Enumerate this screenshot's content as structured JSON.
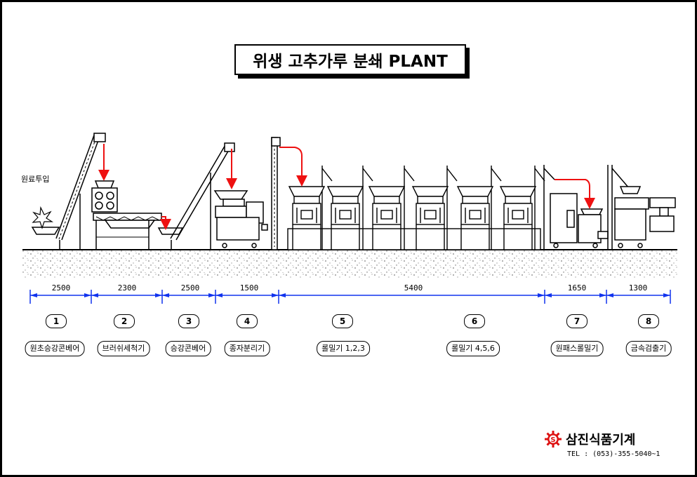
{
  "title": "위생 고추가루 분쇄 PLANT",
  "feed_label": "원료투입",
  "sections": [
    {
      "number": "1",
      "length": "2500",
      "name": "원초승강콘베어"
    },
    {
      "number": "2",
      "length": "2300",
      "name": "브러쉬세척기"
    },
    {
      "number": "3",
      "length": "2500",
      "name": "승강콘베어"
    },
    {
      "number": "4",
      "length": "1500",
      "name": "종자분리기"
    },
    {
      "number": "5",
      "name": "롤밀기 1,2,3"
    },
    {
      "number": "6",
      "name": "롤밀기 4,5,6"
    },
    {
      "number": "7",
      "length": "1650",
      "name": "원패스롤밀기"
    },
    {
      "number": "8",
      "length": "1300",
      "name": "금속검출기"
    }
  ],
  "combined_length_5_6": "5400",
  "company": {
    "name": "삼진식품기계",
    "tel": "TEL : (053)-355-5040~1",
    "logo_letter": "S"
  },
  "colors": {
    "arrow": "#ee1111",
    "dimension": "#1133ee",
    "line": "#000000",
    "logo": "#dd1111"
  }
}
